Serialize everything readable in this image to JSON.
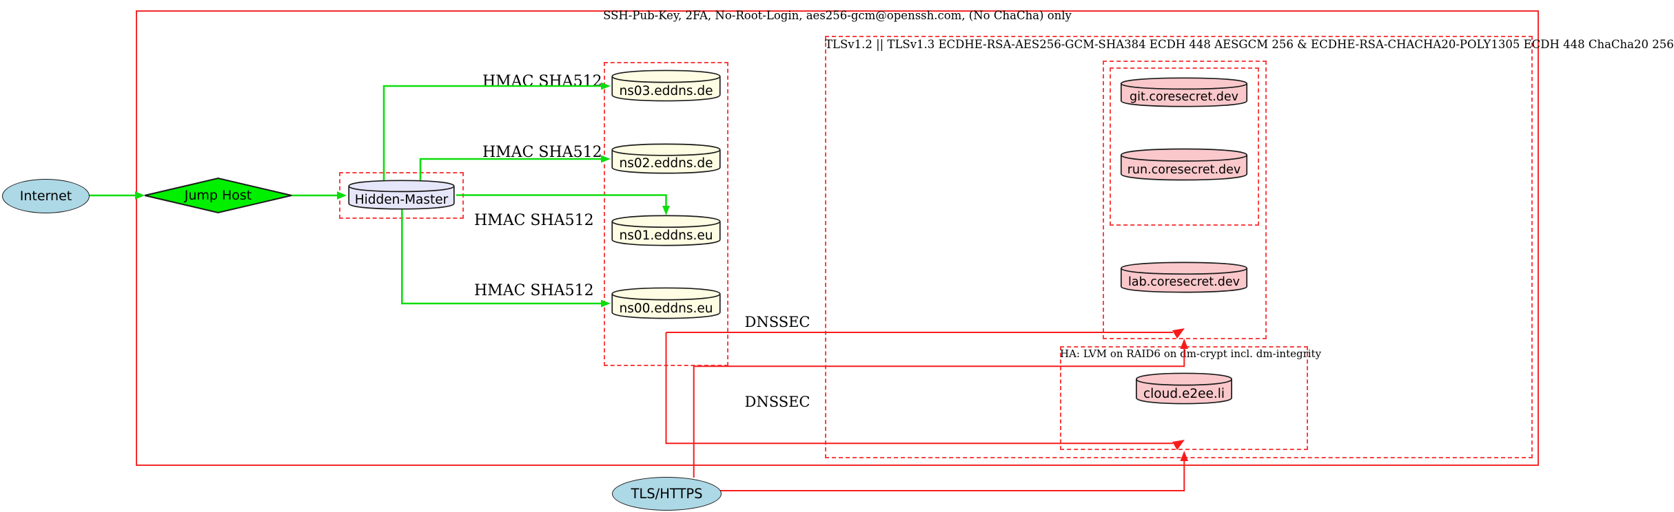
{
  "diagram": {
    "clusters": {
      "ssh": {
        "label": "SSH-Pub-Key, 2FA, No-Root-Login, aes256-gcm@openssh.com, (No ChaCha) only"
      },
      "tls": {
        "label": "TLSv1.2 || TLSv1.3 ECDHE-RSA-AES256-GCM-SHA384 ECDH 448 AESGCM 256 & ECDHE-RSA-CHACHA20-POLY1305 ECDH 448 ChaCha20 256"
      },
      "ha": {
        "label": "HA: LVM on RAID6 on dm-crypt incl. dm-integrity"
      }
    },
    "nodes": {
      "internet": "Internet",
      "jump_host": "Jump Host",
      "hidden_master": "Hidden-Master",
      "ns03": "ns03.eddns.de",
      "ns02": "ns02.eddns.de",
      "ns01": "ns01.eddns.eu",
      "ns00": "ns00.eddns.eu",
      "git": "git.coresecret.dev",
      "run": "run.coresecret.dev",
      "lab": "lab.coresecret.dev",
      "cloud": "cloud.e2ee.li",
      "tls_https": "TLS/HTTPS"
    },
    "edge_labels": {
      "hmac": "HMAC SHA512",
      "dnssec": "DNSSEC"
    },
    "colors": {
      "node_blue": "#add8e6",
      "node_green": "#00ff00",
      "node_lavender": "#e6e6fa",
      "node_yellow": "#fefde3",
      "node_pink": "#fac8cb",
      "edge_green": "#0ddd0d",
      "edge_red": "#f71b1b",
      "box_red": "#f84040"
    }
  }
}
